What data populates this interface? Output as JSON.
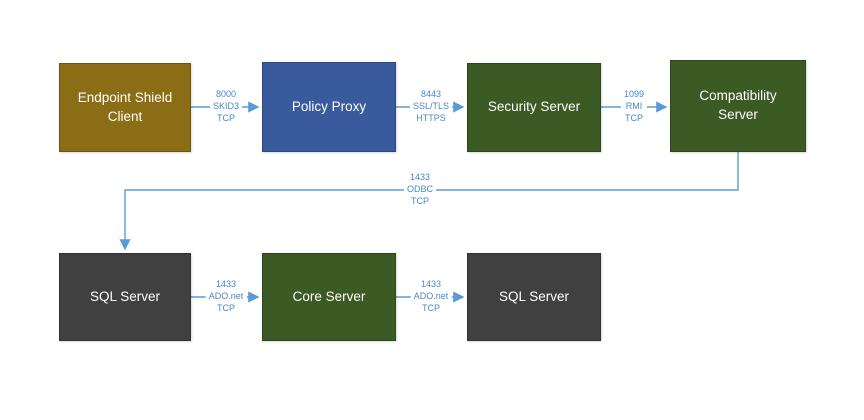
{
  "diagram": {
    "colors": {
      "endpoint_gold": "#8a6d15",
      "proxy_blue": "#3a5a9e",
      "server_green": "#3c5a24",
      "sql_gray": "#404040",
      "connector_blue": "#5b9bd5",
      "edge_text_blue": "#4a87c6"
    },
    "nodes": [
      {
        "label": "Endpoint Shield Client"
      },
      {
        "label": "Policy Proxy"
      },
      {
        "label": "Security Server"
      },
      {
        "label": "Compatibility Server"
      },
      {
        "label": "SQL Server"
      },
      {
        "label": "Core Server"
      },
      {
        "label": "SQL Server"
      }
    ],
    "edges": [
      {
        "from": "Endpoint Shield Client",
        "to": "Policy Proxy",
        "lines": [
          "8000",
          "SKID3",
          "TCP"
        ]
      },
      {
        "from": "Policy Proxy",
        "to": "Security Server",
        "lines": [
          "8443",
          "SSL/TLS",
          "HTTPS"
        ]
      },
      {
        "from": "Security Server",
        "to": "Compatibility Server",
        "lines": [
          "1099",
          "RMI",
          "TCP"
        ]
      },
      {
        "from": "Compatibility Server",
        "to": "SQL Server",
        "lines": [
          "1433",
          "ODBC",
          "TCP"
        ]
      },
      {
        "from": "SQL Server",
        "to": "Core Server",
        "lines": [
          "1433",
          "ADO.net",
          "TCP"
        ]
      },
      {
        "from": "Core Server",
        "to": "SQL Server",
        "lines": [
          "1433",
          "ADO.net",
          "TCP"
        ]
      }
    ]
  }
}
